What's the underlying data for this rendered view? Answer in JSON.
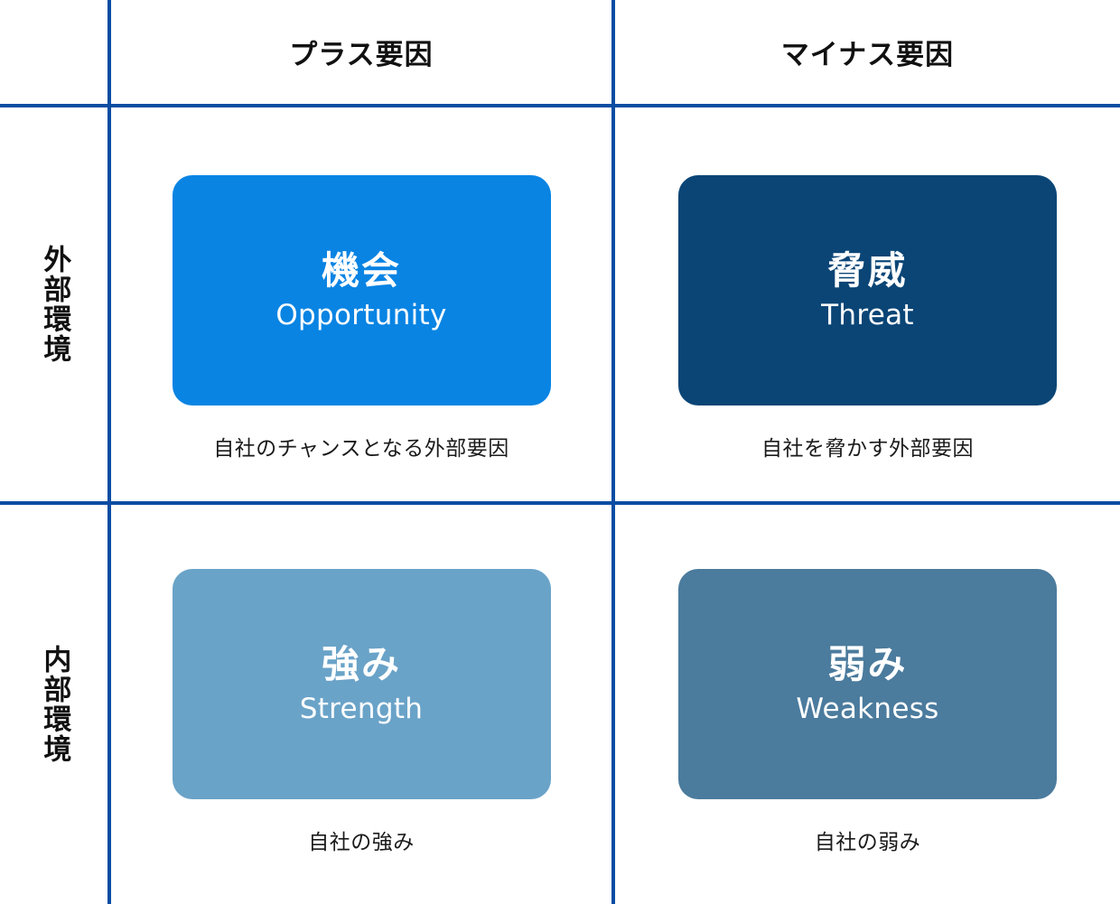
{
  "matrix": {
    "column_headers": [
      {
        "id": "plus",
        "label": "プラス要因"
      },
      {
        "id": "minus",
        "label": "マイナス要因"
      }
    ],
    "row_labels": [
      {
        "id": "external",
        "label": "外部環境"
      },
      {
        "id": "internal",
        "label": "内部環境"
      }
    ],
    "grid_color": "#0B4DA2",
    "background": "#FFFFFF"
  },
  "quadrants": {
    "opportunity": {
      "title_ja": "機会",
      "title_en": "Opportunity",
      "caption": "自社のチャンスとなる外部要因",
      "color": "#0984E3",
      "text_color": "#FFFFFF"
    },
    "threat": {
      "title_ja": "脅威",
      "title_en": "Threat",
      "caption": "自社を脅かす外部要因",
      "color": "#0A4576",
      "text_color": "#FFFFFF"
    },
    "strength": {
      "title_ja": "強み",
      "title_en": "Strength",
      "caption": "自社の強み",
      "color": "#6AA3C8",
      "text_color": "#FFFFFF"
    },
    "weakness": {
      "title_ja": "弱み",
      "title_en": "Weakness",
      "caption": "自社の弱み",
      "color": "#4B7B9D",
      "text_color": "#FFFFFF"
    }
  }
}
